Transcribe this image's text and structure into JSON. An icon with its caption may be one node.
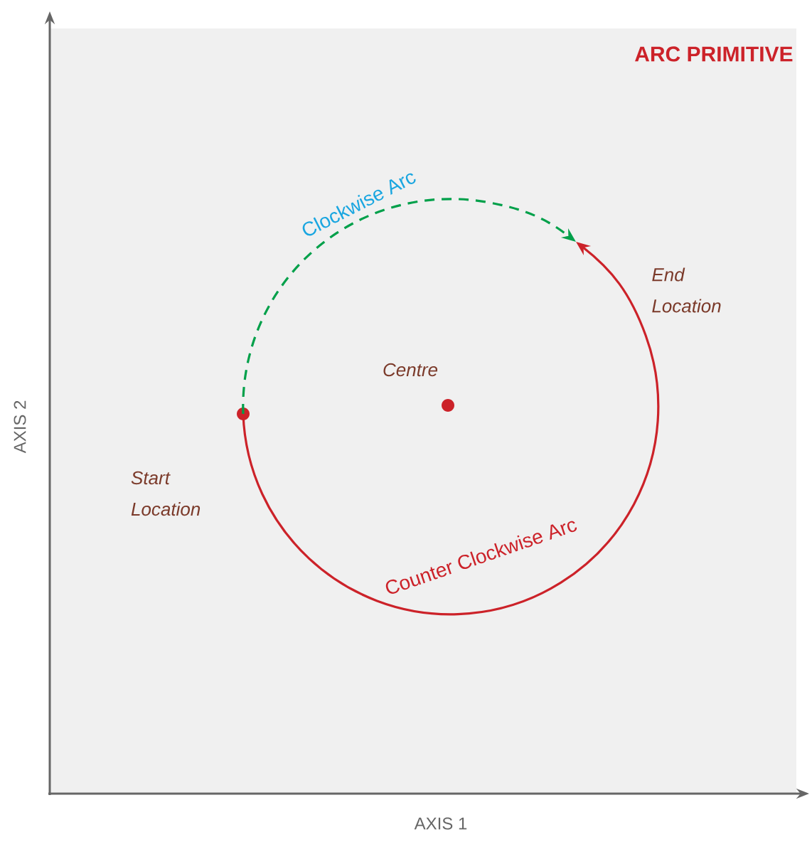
{
  "diagram": {
    "title": "ARC PRIMITIVE",
    "nodes": [
      {
        "text": [],
        "shape": "circle",
        "beside": [
          "Start Location"
        ]
      },
      {
        "text": [],
        "shape": "circle",
        "beside": [
          "Centre"
        ]
      },
      {
        "text": [
          "End Location"
        ]
      }
    ],
    "edges": [
      {
        "from": 0,
        "to": 2,
        "arrow": "to",
        "style": "dashed",
        "color": "#00a04a",
        "label": "Clockwise Arc"
      },
      {
        "from": 0,
        "to": 2,
        "arrow": "to",
        "color": "#cc2229",
        "label": "Counter Clockwise Arc"
      }
    ],
    "labels": [
      "AXIS 2",
      "AXIS 1"
    ]
  }
}
